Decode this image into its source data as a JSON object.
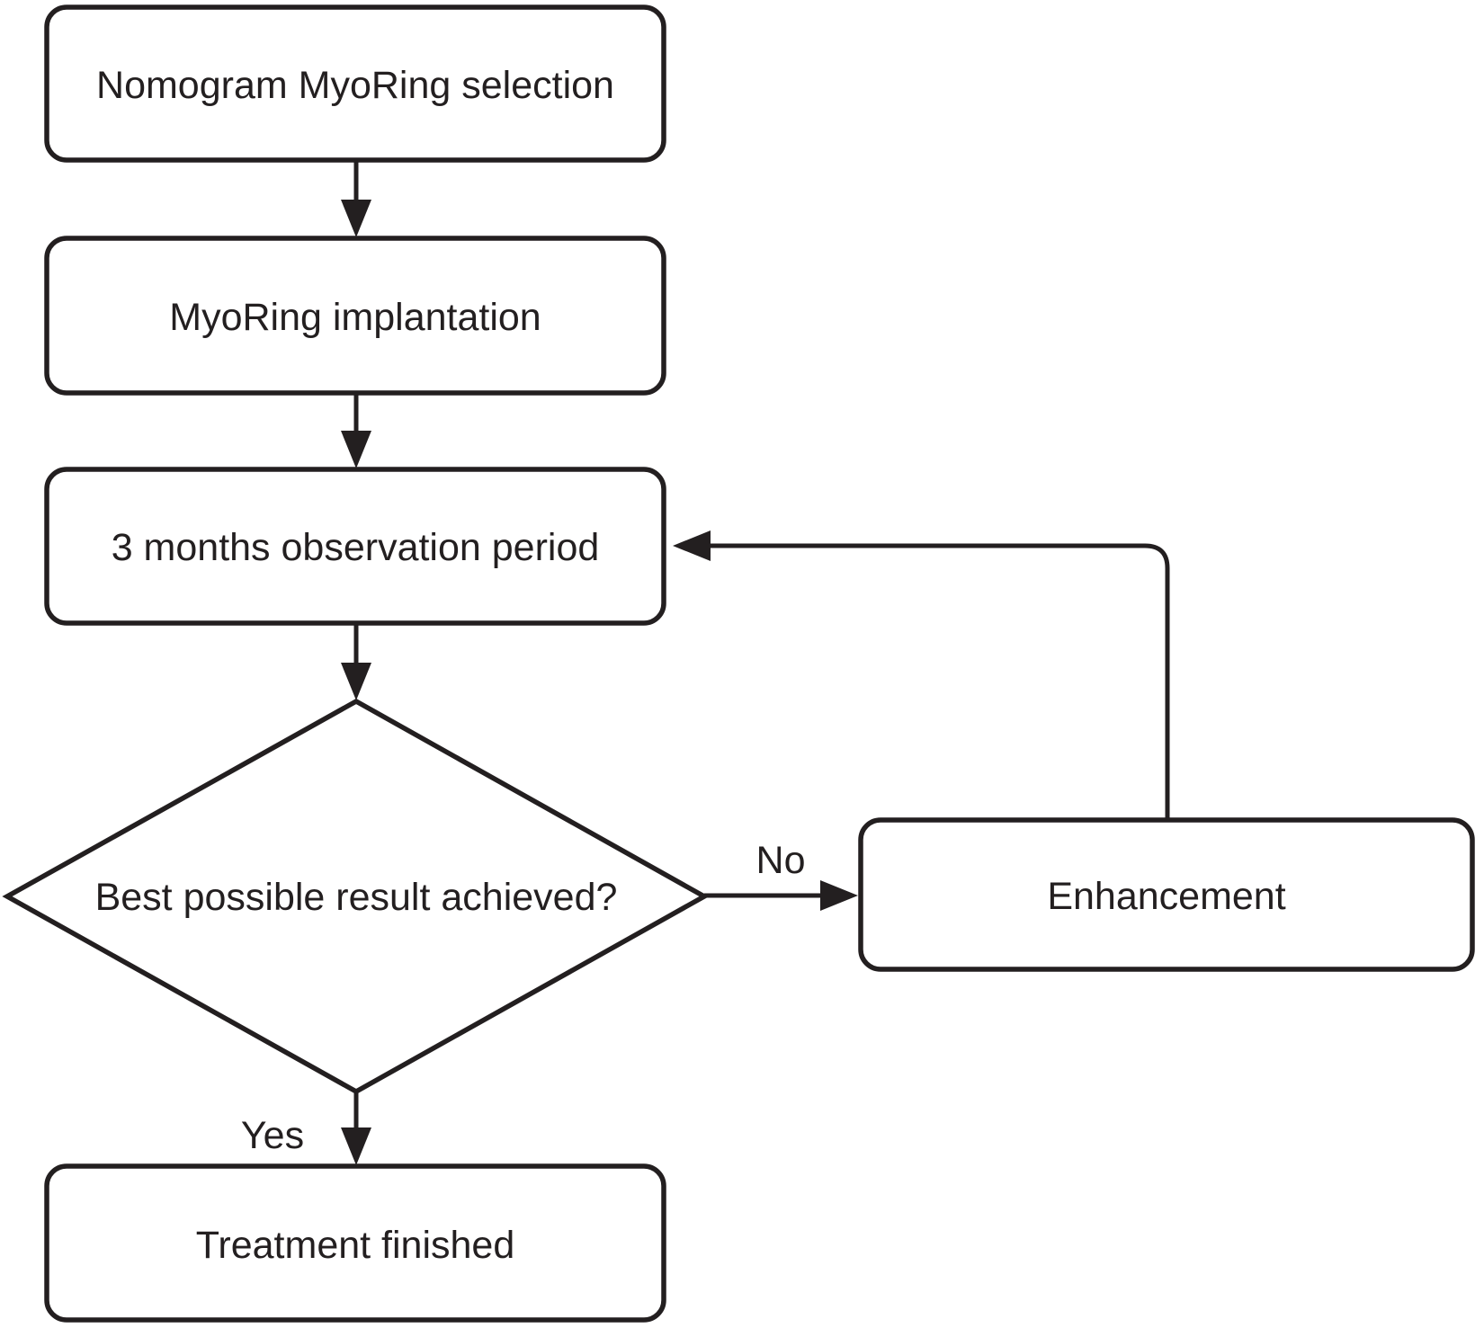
{
  "figure": {
    "type": "flowchart"
  },
  "palette": {
    "ink": "#231f20",
    "node_fill": "#ffffff",
    "background": "#ffffff"
  },
  "nodes": {
    "nomogram": {
      "label": "Nomogram MyoRing selection",
      "shape": "rounded-rect"
    },
    "implantation": {
      "label": "MyoRing implantation",
      "shape": "rounded-rect"
    },
    "observation": {
      "label": "3 months observation period",
      "shape": "rounded-rect"
    },
    "decision": {
      "label": "Best possible result achieved?",
      "shape": "diamond"
    },
    "enhancement": {
      "label": "Enhancement",
      "shape": "rounded-rect"
    },
    "finished": {
      "label": "Treatment finished",
      "shape": "rounded-rect"
    }
  },
  "edges": [
    {
      "from": "nomogram",
      "to": "implantation",
      "label": ""
    },
    {
      "from": "implantation",
      "to": "observation",
      "label": ""
    },
    {
      "from": "observation",
      "to": "decision",
      "label": ""
    },
    {
      "from": "decision",
      "to": "enhancement",
      "label": "No"
    },
    {
      "from": "enhancement",
      "to": "observation",
      "label": ""
    },
    {
      "from": "decision",
      "to": "finished",
      "label": "Yes"
    }
  ]
}
